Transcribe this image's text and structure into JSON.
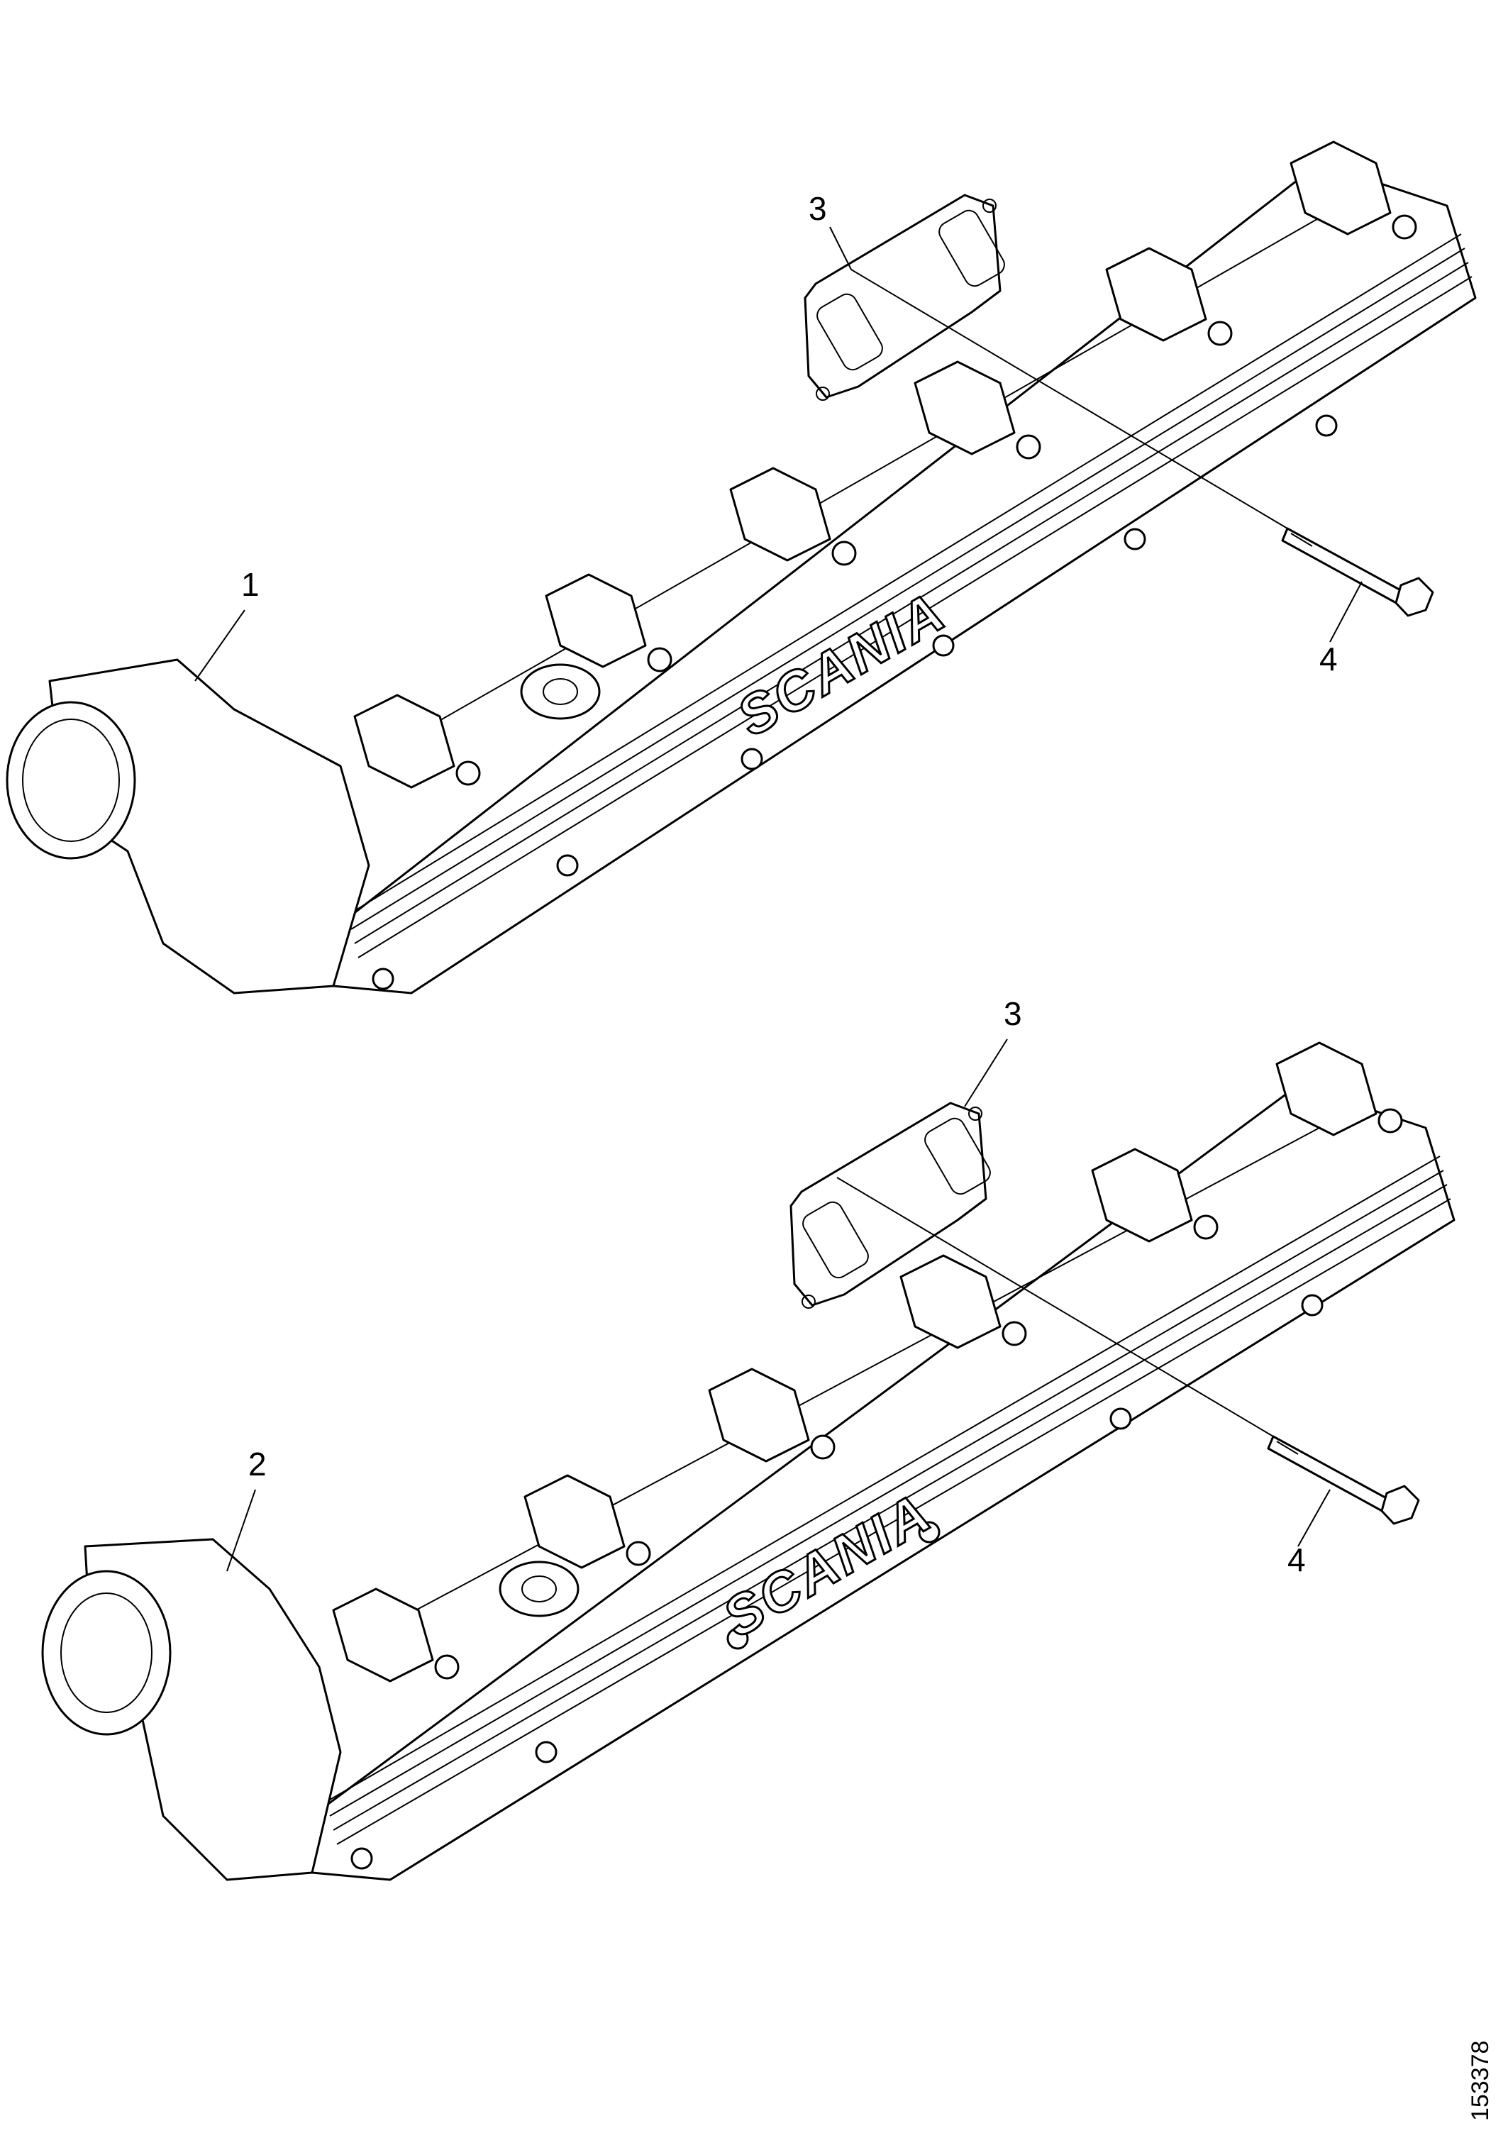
{
  "diagram": {
    "callouts": [
      {
        "id": "1",
        "text": "1"
      },
      {
        "id": "2",
        "text": "2"
      },
      {
        "id": "3a",
        "text": "3"
      },
      {
        "id": "3b",
        "text": "3"
      },
      {
        "id": "4a",
        "text": "4"
      },
      {
        "id": "4b",
        "text": "4"
      }
    ],
    "brand_label": "SCANIA",
    "document_number": "153378"
  }
}
